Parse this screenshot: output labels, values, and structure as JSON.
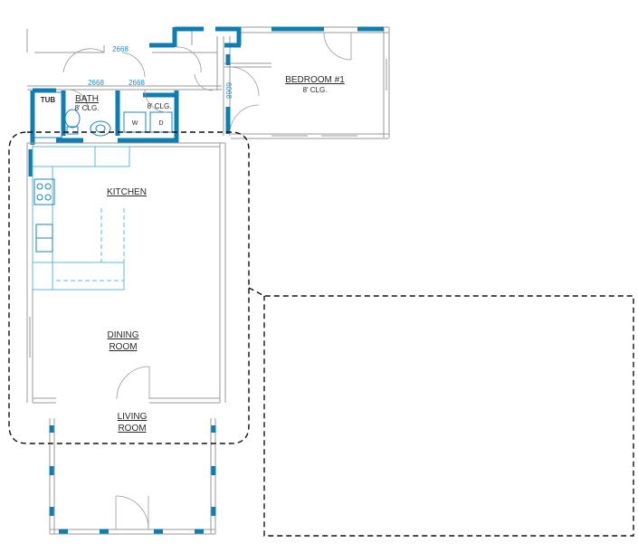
{
  "rooms": {
    "bedroom": {
      "name": "BEDROOM #1",
      "ceiling": "8' CLG."
    },
    "bath": {
      "name": "BATH",
      "ceiling": "8' CLG."
    },
    "laundry_ceiling": "8' CLG.",
    "kitchen": "KITCHEN",
    "dining": {
      "line1": "DINING",
      "line2": "ROOM"
    },
    "living": {
      "line1": "LIVING",
      "line2": "ROOM"
    }
  },
  "fixtures": {
    "tub": "TUB",
    "washer": "W",
    "dryer": "D"
  },
  "dimensions": {
    "door_a": "2668",
    "door_b": "2668",
    "door_c": "2668",
    "door_d": "6068"
  },
  "colors": {
    "wall": "#9a9a9a",
    "accent_blue": "#0f7db0",
    "fixture_blue": "#5bb8dd",
    "outline_dashed": "#111111"
  }
}
